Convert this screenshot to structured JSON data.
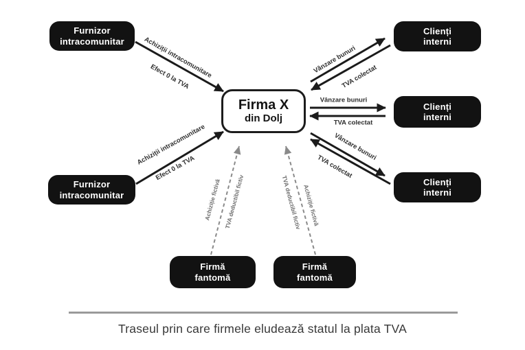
{
  "caption": "Traseul prin care firmele eludează statul la plata TVA",
  "colors": {
    "node_bg": "#121212",
    "node_text": "#ffffff",
    "center_border": "#1c1c1c",
    "solid_arrow": "#1b1b1b",
    "dashed_arrow": "#8a8a8a",
    "caption_text": "#383838"
  },
  "nodes": {
    "center": {
      "line1": "Firma X",
      "line2": "din Dolj"
    },
    "furnizor_top": {
      "line1": "Furnizor",
      "line2": "intracomunitar"
    },
    "furnizor_bottom": {
      "line1": "Furnizor",
      "line2": "intracomunitar"
    },
    "clienti_1": {
      "line1": "Clienți",
      "line2": "interni"
    },
    "clienti_2": {
      "line1": "Clienți",
      "line2": "interni"
    },
    "clienti_3": {
      "line1": "Clienți",
      "line2": "interni"
    },
    "fantoma_left": {
      "line1": "Firmă",
      "line2": "fantomă"
    },
    "fantoma_right": {
      "line1": "Firmă",
      "line2": "fantomă"
    }
  },
  "edge_labels": {
    "top_left_buy": "Achiziții intracomunitare",
    "top_left_effect": "Efect 0 la TVA",
    "bottom_left_buy": "Achiziții intracomunitare",
    "bottom_left_effect": "Efect 0 la TVA",
    "right1_sale": "Vânzare bunuri",
    "right1_vat": "TVA colectat",
    "right2_sale": "Vânzare bunuri",
    "right2_vat": "TVA colectat",
    "right3_sale": "Vânzare bunuri",
    "right3_vat": "TVA colectat",
    "fantoma_left_acq": "Achiziție fictivă",
    "fantoma_left_vat": "TVA deductibil fictiv",
    "fantoma_right_vat": "TVA deductibil fictiv",
    "fantoma_right_acq": "Achiziție fictivă"
  }
}
